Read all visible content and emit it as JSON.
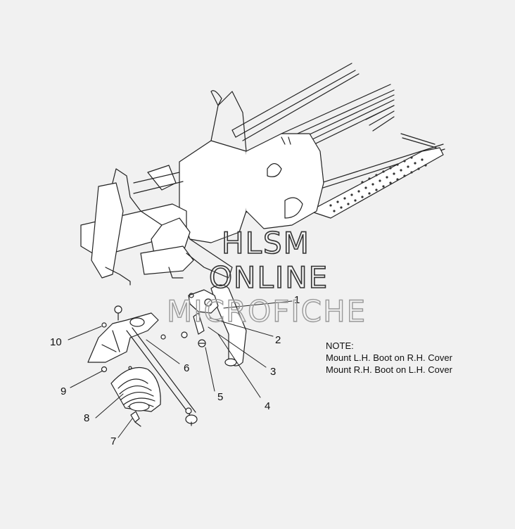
{
  "watermark": {
    "line1": "HLSM",
    "line2": "ONLINE",
    "line3": "MICROFICHE",
    "stroke_color": "#333333",
    "faint_color": "#999999"
  },
  "callouts": {
    "c1": "1",
    "c2": "2",
    "c3": "3",
    "c4": "4",
    "c5": "5",
    "c6": "6",
    "c7": "7",
    "c8": "8",
    "c9": "9",
    "c10": "10"
  },
  "note": {
    "heading": "NOTE:",
    "line1": "Mount L.H. Boot on R.H. Cover",
    "line2": "Mount R.H. Boot on L.H. Cover"
  },
  "colors": {
    "background": "#f1f1f1",
    "line": "#222222",
    "part_fill": "#ffffff"
  }
}
